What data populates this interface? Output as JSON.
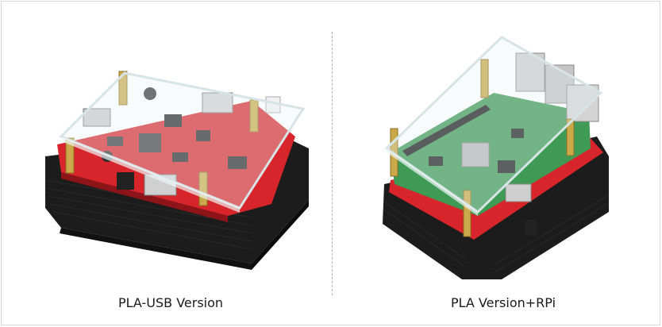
{
  "captions": {
    "left": "PLA-USB Version",
    "right": "PLA Version+RPi"
  },
  "images": {
    "left": "ups-board-in-black-pla-case-with-acrylic-lid-photo",
    "right": "raspberry-pi-on-black-pla-case-with-acrylic-lid-photo"
  },
  "colors": {
    "case": "#1c1c1c",
    "red_pcb": "#d8242b",
    "green_pcb": "#3f9a55",
    "standoff": "#c9a94a",
    "acrylic": "#e9f3f4"
  }
}
